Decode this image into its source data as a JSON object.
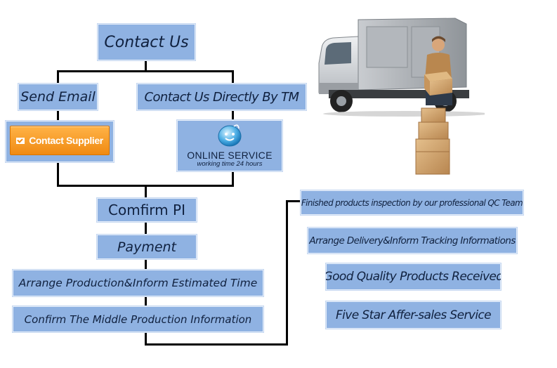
{
  "flow": {
    "contact_us": "Contact  Us",
    "send_email": "Send Email",
    "contact_tm": "Contact Us Directly By TM",
    "contact_supplier": "Contact Supplier",
    "online_service_title": "ONLINE SERVICE",
    "online_service_sub": "working time 24 hours",
    "confirm_pi": "Comfirm  PI",
    "payment": "Payment",
    "arrange_production": "Arrange Production&Inform Estimated Time",
    "confirm_middle": "Confirm The Middle Production Information",
    "finished_inspection": "Finished products inspection by  our professional QC Team",
    "arrange_delivery": "Arrange Delivery&Inform Tracking Informations",
    "good_quality": "Good Quality Products Received",
    "five_star": "Five Star Affer-sales Service"
  },
  "colors": {
    "box_fill": "#8fb2e2",
    "button_orange": "#f08a12",
    "line": "#000000"
  },
  "icons": [
    "mail-check-icon",
    "chat-bubble-icon",
    "delivery-truck-illustration"
  ]
}
